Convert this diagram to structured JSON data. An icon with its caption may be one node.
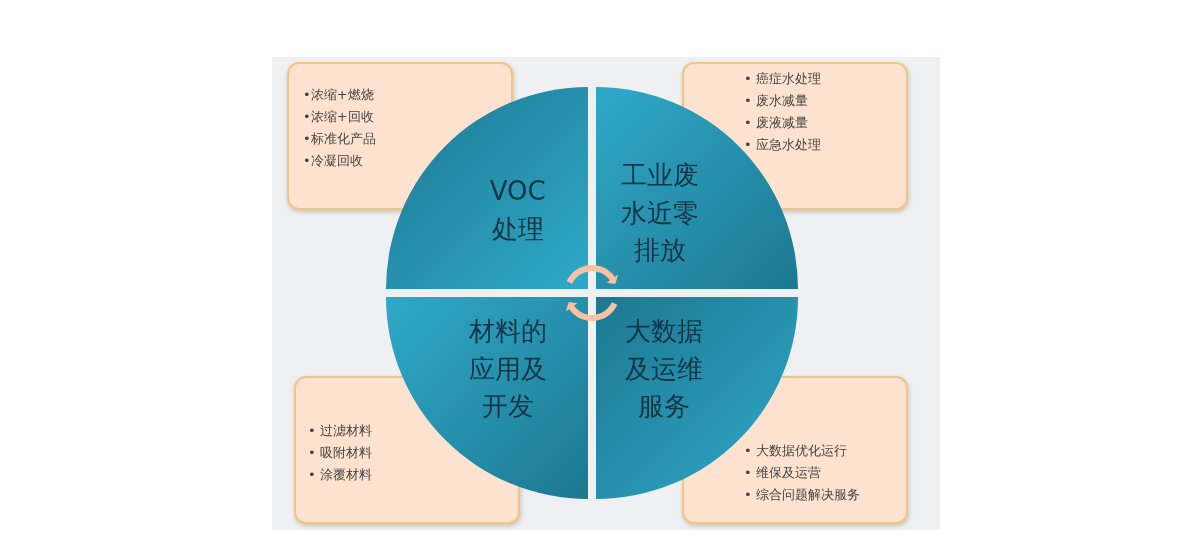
{
  "diagram": {
    "nodes": [
      {
        "text": [
          "•浓缩+燃烧",
          "•浓缩+回收",
          "•标准化产品",
          "•冷凝回收"
        ]
      },
      {
        "text": [
          "• 癌症水处理",
          "• 废水减量",
          "• 废液减量",
          "• 应急水处理"
        ]
      },
      {
        "text": [
          "VOC处理"
        ]
      },
      {
        "text": [
          "工业废水近零排放"
        ]
      },
      {
        "text": [
          "材料的应用及开发"
        ]
      },
      {
        "text": [
          "大数据及运维服务"
        ]
      },
      {
        "text": [
          "• 过滤材料",
          "• 吸附材料",
          "• 涂覆材料"
        ]
      },
      {
        "text": [
          "• 大数据优化运行",
          "• 维保及运营",
          "• 综合问题解决服务"
        ]
      }
    ]
  }
}
